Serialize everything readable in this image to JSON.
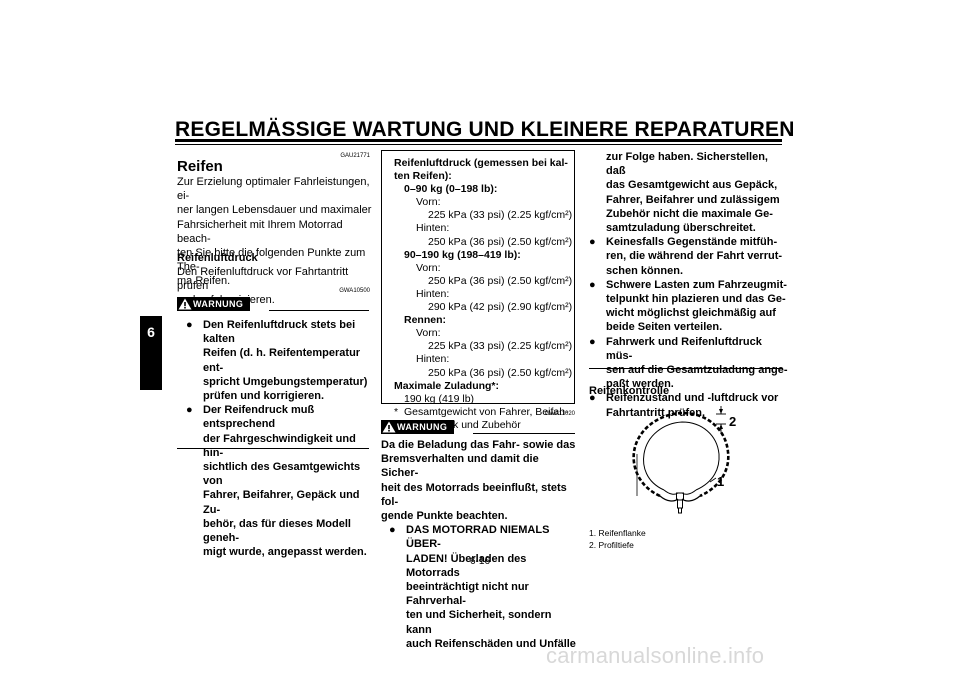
{
  "header": {
    "title": "REGELMÄSSIGE WARTUNG UND KLEINERE REPARATUREN"
  },
  "side_tab": {
    "label": "6"
  },
  "col1": {
    "code": "GAU21771",
    "heading": "Reifen",
    "intro": [
      "Zur Erzielung optimaler Fahrleistungen, ei-",
      "ner langen Lebensdauer und maximaler",
      "Fahrsicherheit mit Ihrem Motorrad beach-",
      "ten Sie bitte die folgenden Punkte zum The-",
      "ma Reifen."
    ],
    "sub_heading": "Reifenluftdruck",
    "sub_text": [
      "Den Reifenluftdruck vor Fahrtantritt prüfen",
      "und ggf. korrigieren."
    ],
    "warn_code": "GWA10500",
    "warn_label": "WARNUNG",
    "bullets": [
      [
        "Den Reifenluftdruck stets bei kalten",
        "Reifen (d. h. Reifentemperatur ent-",
        "spricht Umgebungstemperatur)",
        "prüfen und korrigieren."
      ],
      [
        "Der Reifendruck muß entsprechend",
        "der Fahrgeschwindigkeit und hin-",
        "sichtlich des Gesamtgewichts von",
        "Fahrer, Beifahrer, Gepäck und Zu-",
        "behör, das für dieses Modell geneh-",
        "migt wurde, angepasst werden."
      ]
    ]
  },
  "pressure_box": {
    "title": [
      "Reifenluftdruck (gemessen bei kal-",
      "ten Reifen):"
    ],
    "g1": "0–90 kg (0–198 lb):",
    "g1_front_label": "Vorn:",
    "g1_front": "225 kPa (33 psi) (2.25 kgf/cm²)",
    "g1_rear_label": "Hinten:",
    "g1_rear": "250 kPa (36 psi) (2.50 kgf/cm²)",
    "g2": "90–190 kg (198–419 lb):",
    "g2_front_label": "Vorn:",
    "g2_front": "250 kPa (36 psi) (2.50 kgf/cm²)",
    "g2_rear_label": "Hinten:",
    "g2_rear": "290 kPa (42 psi) (2.90 kgf/cm²)",
    "g3": "Rennen:",
    "g3_front_label": "Vorn:",
    "g3_front": "225 kPa (33 psi) (2.25 kgf/cm²)",
    "g3_rear_label": "Hinten:",
    "g3_rear": "250 kPa (36 psi) (2.50 kgf/cm²)",
    "max_label": "Maximale Zuladung*:",
    "max_value": "190 kg (419 lb)",
    "footnote_mark": "*",
    "footnote": [
      "Gesamtgewicht von Fahrer, Beifah-",
      "rer, Gepäck und Zubehör"
    ]
  },
  "col2_warning": {
    "code": "GWA11020",
    "label": "WARNUNG",
    "text": [
      "Da die Beladung das Fahr- sowie das",
      "Bremsverhalten und damit die Sicher-",
      "heit des Motorrads beeinflußt, stets fol-",
      "gende Punkte beachten."
    ],
    "bullet": [
      "DAS MOTORRAD NIEMALS ÜBER-",
      "LADEN! Überladen des Motorrads",
      "beeinträchtigt nicht nur Fahrverhal-",
      "ten und Sicherheit, sondern kann",
      "auch Reifenschäden und Unfälle"
    ]
  },
  "col3": {
    "cont": [
      "zur Folge haben. Sicherstellen, daß",
      "das Gesamtgewicht aus Gepäck,",
      "Fahrer, Beifahrer und zulässigem",
      "Zubehör nicht die maximale Ge-",
      "samtzuladung überschreitet."
    ],
    "bullets": [
      [
        "Keinesfalls Gegenstände mitfüh-",
        "ren, die während der Fahrt verrut-",
        "schen können."
      ],
      [
        "Schwere Lasten zum Fahrzeugmit-",
        "telpunkt hin plazieren und das Ge-",
        "wicht möglichst gleichmäßig auf",
        "beide Seiten verteilen."
      ],
      [
        "Fahrwerk und Reifenluftdruck müs-",
        "sen auf die Gesamtzuladung ange-",
        "paßt werden."
      ],
      [
        "Reifenzustand und -luftdruck vor",
        "Fahrtantritt prüfen."
      ]
    ],
    "heading": "Reifenkontrolle",
    "callout_1": "1",
    "callout_2": "2",
    "captions": [
      "1. Reifenflanke",
      "2. Profiltiefe"
    ]
  },
  "footer": {
    "page": "6-16"
  },
  "watermark": "carmanualsonline.info"
}
